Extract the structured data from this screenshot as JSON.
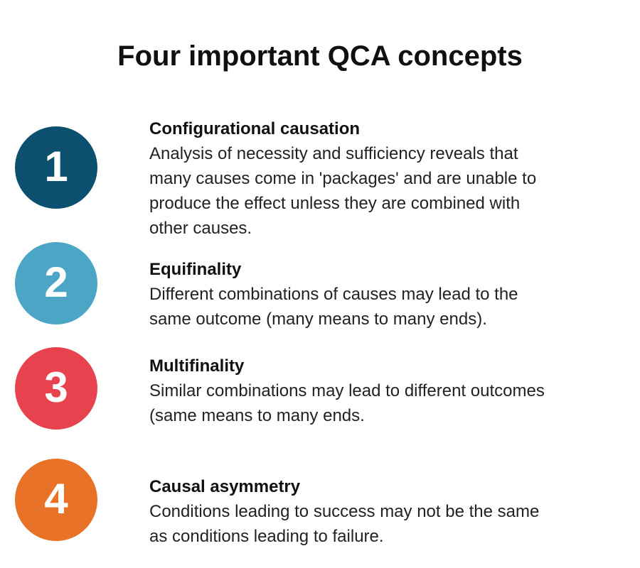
{
  "title": "Four important QCA concepts",
  "items": [
    {
      "number": "1",
      "heading": "Configurational causation",
      "body": "Analysis of necessity and sufficiency reveals that\nmany causes come in 'packages' and are unable to\nproduce the effect unless they are combined with\nother causes.",
      "color": "#0D4F6E"
    },
    {
      "number": "2",
      "heading": "Equifinality",
      "body": "Different combinations of causes may lead to the\nsame outcome (many means to many ends).",
      "color": "#4BA6C5"
    },
    {
      "number": "3",
      "heading": "Multifinality",
      "body": "Similar combinations may lead to different outcomes\n(same means to many ends.",
      "color": "#E8424F"
    },
    {
      "number": "4",
      "heading": "Causal asymmetry",
      "body": "Conditions leading to success may not be the same\nas conditions leading to failure.",
      "color": "#E87227"
    }
  ]
}
